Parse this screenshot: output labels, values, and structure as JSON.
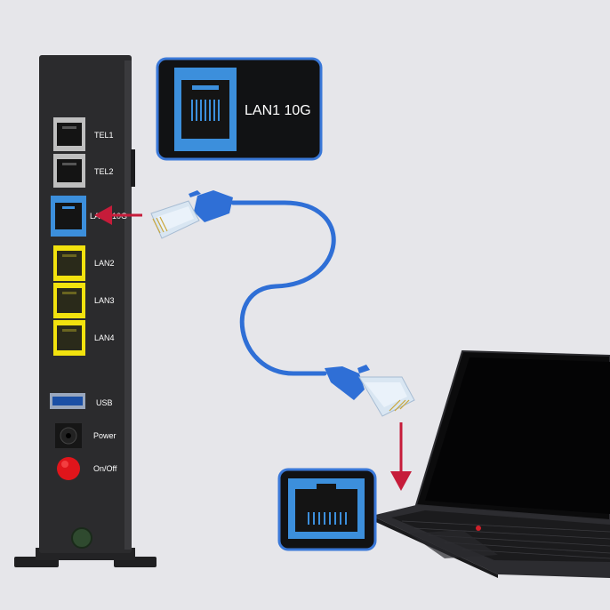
{
  "callout": {
    "label": "LAN1 10G"
  },
  "router": {
    "ports": {
      "tel1": "TEL1",
      "tel2": "TEL2",
      "lan1": "LAN1 10G",
      "lan2": "LAN2",
      "lan3": "LAN3",
      "lan4": "LAN4",
      "usb": "USB",
      "power": "Power",
      "onoff": "On/Off"
    }
  },
  "colors": {
    "background": "#e6e6ea",
    "router_body": "#2b2b2d",
    "lan1_highlight": "#3c8fdc",
    "lan_yellow": "#f2e20e",
    "cable": "#2f6fd6",
    "arrow": "#c61c3a",
    "on_off_button": "#e0151b",
    "callout_border": "#3a78d8"
  }
}
